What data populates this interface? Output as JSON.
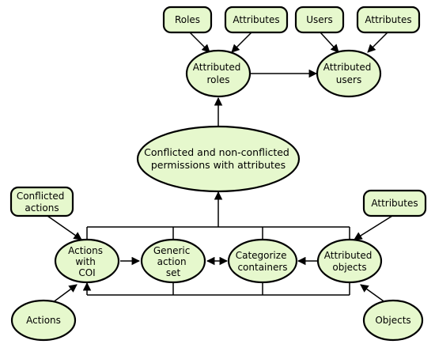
{
  "nodes": {
    "roles": {
      "shape": "rounded-rectangle",
      "lines": [
        "Roles"
      ]
    },
    "attributes_roles": {
      "shape": "rounded-rectangle",
      "lines": [
        "Attributes"
      ]
    },
    "users": {
      "shape": "rounded-rectangle",
      "lines": [
        "Users"
      ]
    },
    "attributes_users": {
      "shape": "rounded-rectangle",
      "lines": [
        "Attributes"
      ]
    },
    "attributed_roles": {
      "shape": "ellipse",
      "lines": [
        "Attributed",
        "roles"
      ]
    },
    "attributed_users": {
      "shape": "ellipse",
      "lines": [
        "Attributed",
        "users"
      ]
    },
    "permissions": {
      "shape": "ellipse",
      "lines": [
        "Conflicted and non-conflicted",
        "permissions with attributes"
      ]
    },
    "conflicted_actions": {
      "shape": "rounded-rectangle",
      "lines": [
        "Conflicted",
        "actions"
      ]
    },
    "attributes_objects": {
      "shape": "rounded-rectangle",
      "lines": [
        "Attributes"
      ]
    },
    "actions_with_coi": {
      "shape": "ellipse",
      "lines": [
        "Actions",
        "with",
        "COI"
      ]
    },
    "generic_action_set": {
      "shape": "ellipse",
      "lines": [
        "Generic",
        "action",
        "set"
      ]
    },
    "categorize_containers": {
      "shape": "ellipse",
      "lines": [
        "Categorize",
        "containers"
      ]
    },
    "attributed_objects": {
      "shape": "ellipse",
      "lines": [
        "Attributed",
        "objects"
      ]
    },
    "actions": {
      "shape": "ellipse",
      "lines": [
        "Actions"
      ]
    },
    "objects": {
      "shape": "ellipse",
      "lines": [
        "Objects"
      ]
    }
  },
  "edges": [
    {
      "from": "roles",
      "to": "attributed_roles"
    },
    {
      "from": "attributes_roles",
      "to": "attributed_roles"
    },
    {
      "from": "users",
      "to": "attributed_users"
    },
    {
      "from": "attributes_users",
      "to": "attributed_users"
    },
    {
      "from": "attributed_roles",
      "to": "attributed_users"
    },
    {
      "from": "permissions",
      "to": "attributed_roles"
    },
    {
      "from": "conflicted_actions",
      "to": "actions_with_coi"
    },
    {
      "from": "attributes_objects",
      "to": "attributed_objects"
    },
    {
      "from": "actions",
      "to": "actions_with_coi"
    },
    {
      "from": "objects",
      "to": "attributed_objects"
    },
    {
      "from": "actions_with_coi",
      "to": "generic_action_set"
    },
    {
      "from": "generic_action_set",
      "to": "categorize_containers",
      "bidirectional": true
    },
    {
      "from": "attributed_objects",
      "to": "categorize_containers"
    },
    {
      "from": "bottom_row",
      "to": "permissions",
      "via": "top-bus"
    },
    {
      "from": "bottom_row",
      "to": "actions_with_coi",
      "via": "bottom-bus"
    }
  ],
  "colors": {
    "fill": "#e6f8cd",
    "stroke": "#000000",
    "background": "#ffffff"
  }
}
